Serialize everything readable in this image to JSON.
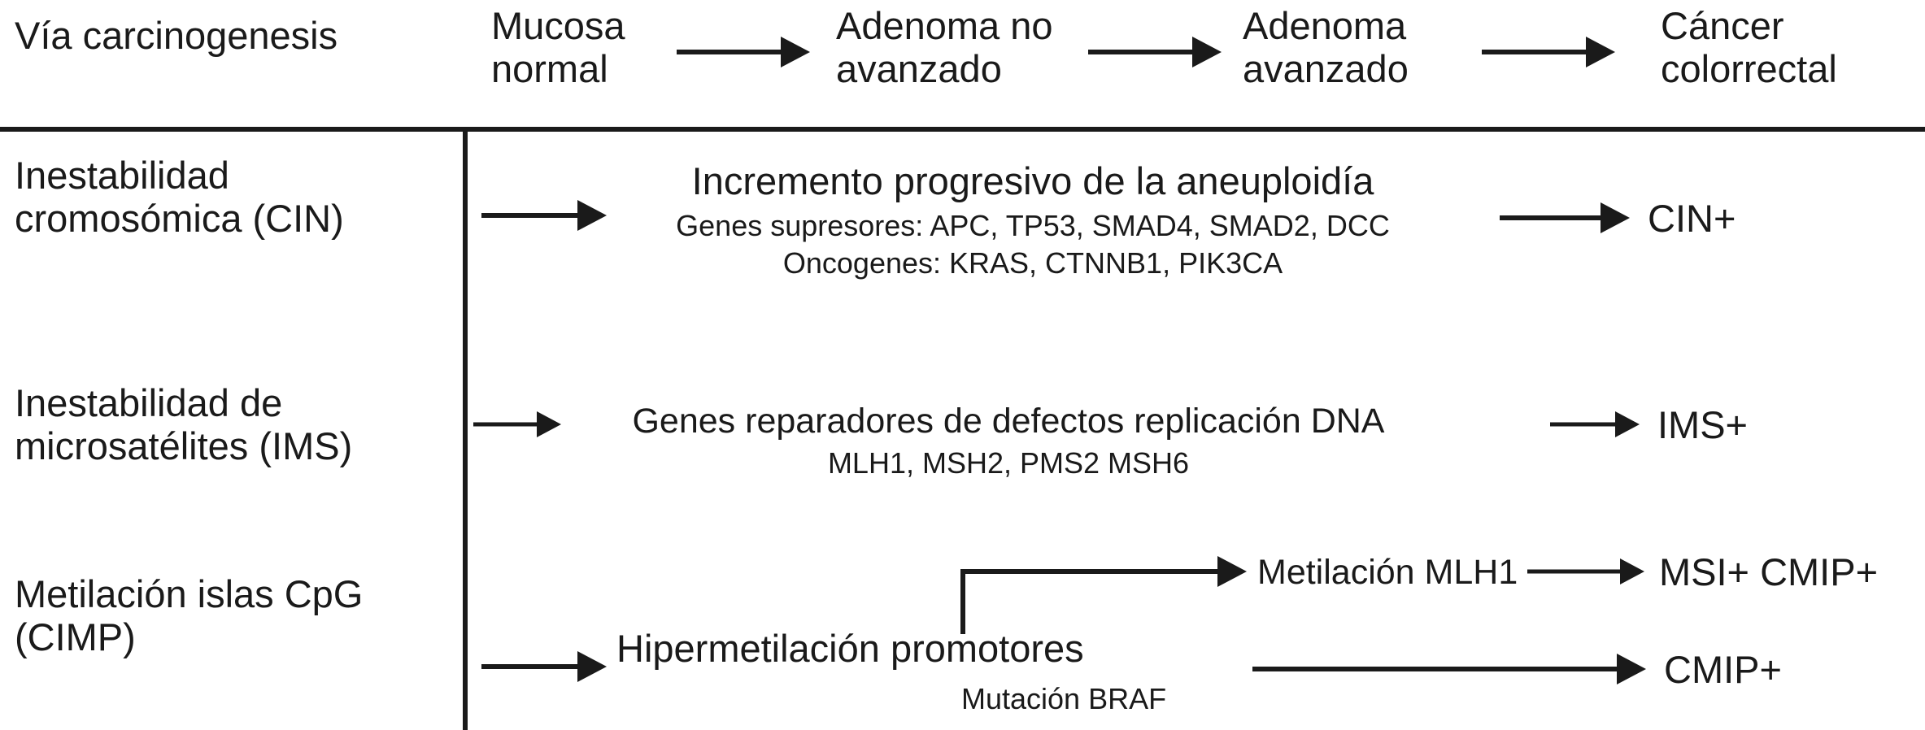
{
  "diagram": {
    "title_row": {
      "row_label": "Vía carcinogenesis",
      "stages": [
        "Mucosa\nnormal",
        "Adenoma no\navanzado",
        "Adenoma\navanzado",
        "Cáncer\ncolorrectal"
      ],
      "connector_icon": "right-arrow-icon"
    },
    "rows": [
      {
        "id": "cin",
        "label": "Inestabilidad\ncromosómica (CIN)",
        "entry_arrow_icon": "right-arrow-icon",
        "headline": "Incremento progresivo de la aneuploidía",
        "details": [
          "Genes supresores: APC, TP53, SMAD4, SMAD2, DCC",
          "Oncogenes: KRAS, CTNNB1, PIK3CA"
        ],
        "outcome_arrow_icon": "right-arrow-icon",
        "outcome": "CIN+"
      },
      {
        "id": "ims",
        "label": "Inestabilidad de\nmicrosatélites (IMS)",
        "entry_arrow_icon": "right-arrow-icon",
        "headline": "Genes reparadores de defectos replicación DNA",
        "details": [
          "MLH1, MSH2, PMS2 MSH6"
        ],
        "outcome_arrow_icon": "right-arrow-icon",
        "outcome": "IMS+"
      },
      {
        "id": "cimp",
        "label": "Metilación islas CpG\n(CIMP)",
        "entry_arrow_icon": "right-arrow-icon",
        "headline": "Hipermetilación promotores",
        "details": [
          "Mutación BRAF"
        ],
        "branches": [
          {
            "id": "cimp-msi",
            "elbow_icon": "elbow-right-arrow-icon",
            "intermediate": "Metilación MLH1",
            "outcome_arrow_icon": "right-arrow-icon",
            "outcome": "MSI+ CMIP+"
          },
          {
            "id": "cimp-plain",
            "outcome_arrow_icon": "right-arrow-icon",
            "outcome": "CMIP+"
          }
        ]
      }
    ],
    "colors": {
      "ink": "#1a1a1a",
      "background": "#ffffff"
    }
  }
}
